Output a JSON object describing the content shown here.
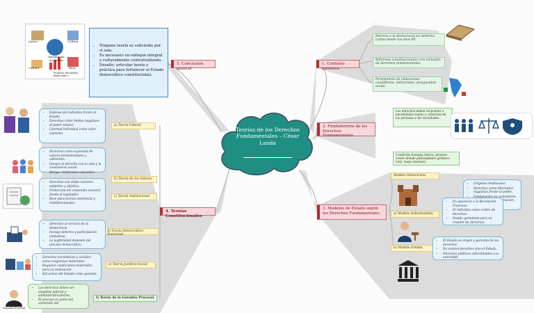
{
  "title": "Teorías de los Derechos Fundamentales – César Landa",
  "dot": ".",
  "colors": {
    "center": "#1f8f83",
    "branch": "#b22a3a",
    "bubble": "#77b6dc",
    "green": "#86c77e",
    "yellow": "#e3cc7a"
  },
  "conclusion": {
    "label": "5. Conclusión general",
    "bullets": [
      "Ninguna teoría es suficiente por sí sola.",
      "Es necesario un enfoque integral y culturalmente contextualizado.",
      "Desafío: articular teoría y práctica para fortalecer el Estado democrático constitucional."
    ],
    "image_labels": [
      "Justice",
      "Integración de teorías",
      "Cultura",
      "Cultura",
      "Ritos",
      "Progreso del Estado democrático"
    ]
  },
  "context": {
    "label": "1. Contexto histórico",
    "items": [
      "Retorno a la democracia en América Latina desde los años 80.",
      "Reformas constitucionales con inclusión de derechos fundamentales.",
      "Persistencia de violaciones: caudillismo, militarismo, desigualdad social."
    ]
  },
  "foundations": {
    "label": "2. Fundamentos de los Derechos Fundamentales",
    "items": [
      "Los derechos deben responder a necesidades reales y concretas de las personas y las sociedades.",
      "Condición humana básica: primum vivere deinde philosophare (primero vivir, luego teorizar)."
    ]
  },
  "models": {
    "label": "3. Modelos de Estado según los Derechos Fundamentales",
    "items": [
      {
        "name": "Modelo Historicista",
        "bullets": [
          "Orígenes medievales.",
          "Derechos como libertades negativas frente al poder.",
          "Fundamento en costumbres y contratos de dominación."
        ]
      },
      {
        "name": "a) Modelo Individualista",
        "bullets": [
          "En oposición a la Revolución Francesa.",
          "El individuo como centro de derechos.",
          "Estado garantista pero no creador de derechos."
        ]
      },
      {
        "name": "b) Modelo Estatal",
        "bullets": [
          "El Estado es origen y garantía de los derechos.",
          "No existen derechos sino el Estado.",
          "Derechos públicos subordinados a la autoridad."
        ]
      }
    ]
  },
  "theories": {
    "label": "4. Teorías Constitucionales",
    "items": [
      {
        "name": "a) Teoría Liberal",
        "bullets": [
          "Defensa del individuo frente al Estado.",
          "Derechos como límites negativos al poder estatal.",
          "Libertad individual como valor supremo."
        ]
      },
      {
        "name": "b) Teoría de los Valores",
        "bullets": [
          "Derechos como expresión de valores fundamentales y culturales.",
          "Integra el derecho con la vida y la convivencia social.",
          "Riesgo: relativismo valorativo."
        ]
      },
      {
        "name": "c) Teoría Institucional",
        "bullets": [
          "Derechos con doble carácter: subjetivo y objetivo.",
          "Protección del contenido esencial frente al legislador.",
          "Base para teorías sistémicas y multifuncionales."
        ]
      },
      {
        "name": "d) Teoría Democrático-Funcional",
        "bullets": [
          "Derechos al servicio de la democracia.",
          "Incluye deberes y participación ciudadana.",
          "La legitimidad depende del proceso democrático."
        ]
      },
      {
        "name": "e) Teoría Jurídico-Social",
        "bullets": [
          "Derechos económicos y sociales como exigencias materiales.",
          "Requiere condiciones materiales para su realización.",
          "Rol activo del Estado como garante."
        ]
      },
      {
        "name": "f) Teoría de la Garantía Procesal",
        "bullets": [
          "Los derechos deben ser exigibles judicial y administrativamente.",
          "El proceso es parte del contenido del"
        ]
      }
    ]
  },
  "icon_caption": "Garantía Procesal"
}
